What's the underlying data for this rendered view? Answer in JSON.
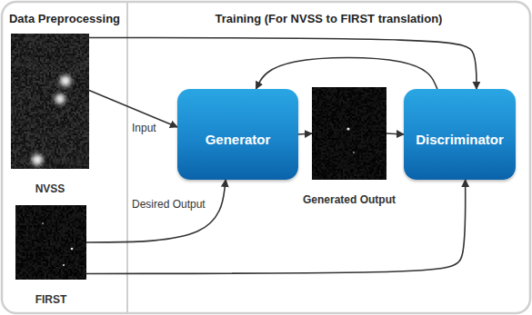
{
  "diagram": {
    "nodes": [
      {
        "text": [
          "Data Preprocessing"
        ]
      },
      {
        "text": [
          "Training (For NVSS to FIRST translation)"
        ]
      },
      {
        "text": [
          "NVSS"
        ],
        "in": 0
      },
      {
        "text": [
          "FIRST"
        ],
        "in": 0
      },
      {
        "text": [
          "Generator"
        ],
        "in": 1
      },
      {
        "text": [
          "Generated Output"
        ],
        "in": 1
      },
      {
        "text": [
          "Discriminator"
        ],
        "in": 1
      }
    ],
    "edges": [
      {
        "from": 2,
        "to": 4,
        "arrow": "to",
        "label": "Input"
      },
      {
        "from": 3,
        "to": 4,
        "arrow": "to",
        "label": "Desired Output"
      },
      {
        "from": 4,
        "to": 5,
        "arrow": "to"
      },
      {
        "from": 5,
        "to": 6,
        "arrow": "to"
      },
      {
        "from": 6,
        "to": 4,
        "arrow": "to"
      },
      {
        "from": 2,
        "to": 6,
        "arrow": "to"
      },
      {
        "from": 3,
        "to": 6,
        "arrow": "to"
      }
    ]
  }
}
